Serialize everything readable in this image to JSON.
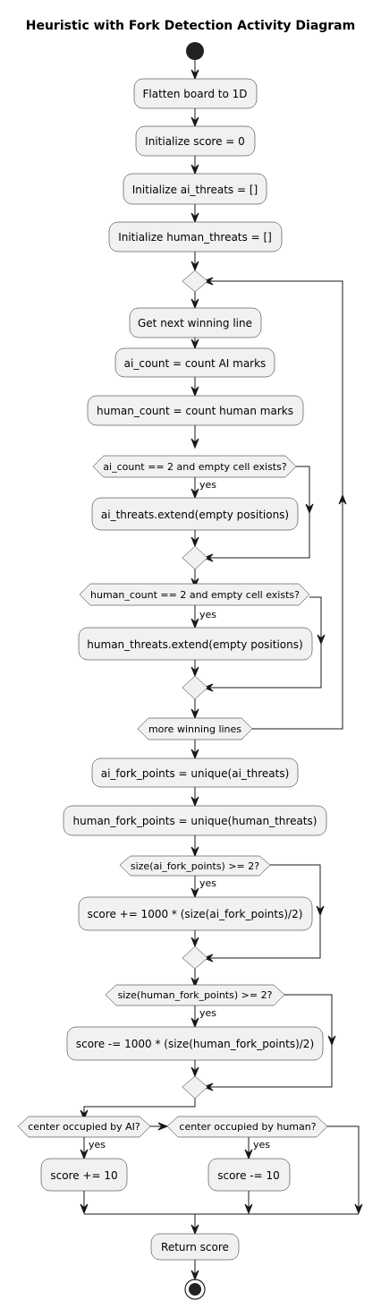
{
  "title": "Heuristic with Fork Detection Activity Diagram",
  "nodes": {
    "flatten": "Flatten board to 1D",
    "init_score": "Initialize score = 0",
    "init_ai": "Initialize ai_threats = []",
    "init_human": "Initialize human_threats = []",
    "next_line": "Get next winning line",
    "ai_count": "ai_count = count AI marks",
    "human_count": "human_count = count human marks",
    "ai_extend": "ai_threats.extend(empty positions)",
    "human_extend": "human_threats.extend(empty positions)",
    "ai_fork": "ai_fork_points = unique(ai_threats)",
    "human_fork": "human_fork_points = unique(human_threats)",
    "score_add_fork": "score += 1000 * (size(ai_fork_points)/2)",
    "score_sub_fork": "score -= 1000 * (size(human_fork_points)/2)",
    "score_add_10": "score += 10",
    "score_sub_10": "score -= 10",
    "return_score": "Return score"
  },
  "decisions": {
    "ai_check": "ai_count == 2 and empty cell exists?",
    "human_check": "human_count == 2 and empty cell exists?",
    "more_lines": "more winning lines",
    "ai_fork_check": "size(ai_fork_points) >= 2?",
    "human_fork_check": "size(human_fork_points) >= 2?",
    "center_ai": "center occupied by AI?",
    "center_human": "center occupied by human?"
  },
  "labels": {
    "yes": "yes"
  }
}
